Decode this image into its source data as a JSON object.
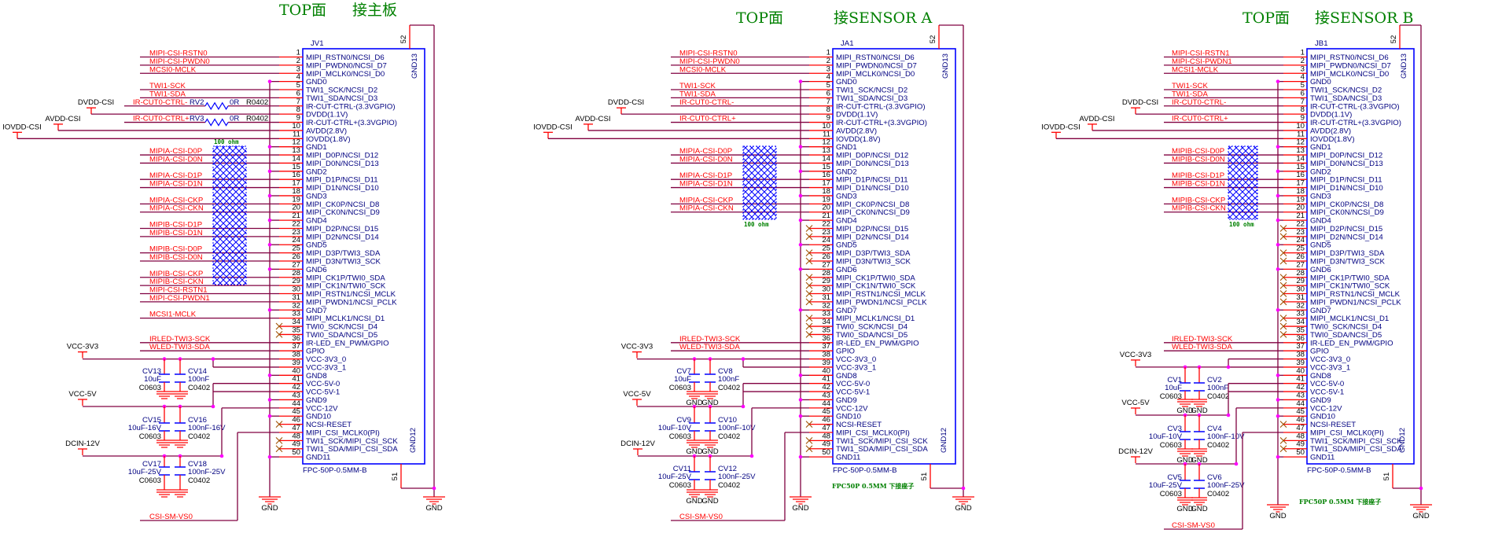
{
  "pin_names": [
    "MIPI_RSTN0/NCSI_D6",
    "MIPI_PWDN0/NCSI_D7",
    "MIPI_MCLK0/NCSI_D0",
    "GND0",
    "TWI1_SCK/NCSI_D2",
    "TWI1_SDA/NCSI_D3",
    "IR-CUT-CTRL-(3.3VGPIO)",
    "DVDD(1.1V)",
    "IR-CUT-CTRL+(3.3VGPIO)",
    "AVDD(2.8V)",
    "IOVDD(1.8V)",
    "GND1",
    "MIPI_D0P/NCSI_D12",
    "MIPI_D0N/NCSI_D13",
    "GND2",
    "MIPI_D1P/NCSI_D11",
    "MIPI_D1N/NCSI_D10",
    "GND3",
    "MIPI_CK0P/NCSI_D8",
    "MIPI_CK0N/NCSI_D9",
    "GND4",
    "MIPI_D2P/NCSI_D15",
    "MIPI_D2N/NCSI_D14",
    "GND5",
    "MIPI_D3P/TWI3_SDA",
    "MIPI_D3N/TWI3_SCK",
    "GND6",
    "MIPI_CK1P/TWI0_SDA",
    "MIPI_CK1N/TWI0_SCK",
    "MIPI_RSTN1/NCSI_MCLK",
    "MIPI_PWDN1/NCSI_PCLK",
    "GND7",
    "MIPI_MCLK1/NCSI_D1",
    "TWI0_SCK/NCSI_D4",
    "TWI0_SDA/NCSI_D5",
    "IR-LED_EN_PWM/GPIO",
    "GPIO",
    "VCC-3V3_0",
    "VCC-3V3_1",
    "GND8",
    "VCC-5V-0",
    "VCC-5V-1",
    "GND9",
    "VCC-12V",
    "GND10",
    "NCSI-RESET",
    "MIPI_CSI_MCLK0(PI)",
    "TWI1_SCK/MIPI_CSI_SCK",
    "TWI1_SDA/MIPI_CSI_SDA",
    "GND11"
  ],
  "gnd_pins": [
    4,
    12,
    15,
    18,
    21,
    24,
    27,
    32,
    40,
    43,
    45,
    50
  ],
  "connectors": [
    {
      "title_left": "TOP面",
      "title_right": "接主板",
      "designator": "JV1",
      "footprint": "FPC-50P-0.5MM-B",
      "note": "",
      "pin52": "52",
      "pin51": "51",
      "gnd13": "GND13",
      "gnd12": "GND12",
      "gnd_label": "GND",
      "hatch_label": "100 ohm",
      "cap_gnd_label": "",
      "nets": [
        {
          "pin": 1,
          "label": "MIPI-CSI-RSTN0"
        },
        {
          "pin": 2,
          "label": "MIPI-CSI-PWDN0"
        },
        {
          "pin": 3,
          "label": "MCSI0-MCLK"
        },
        {
          "pin": 5,
          "label": "TWI1-SCK"
        },
        {
          "pin": 6,
          "label": "TWI1-SDA"
        },
        {
          "pin": 7,
          "label": "IR-CUT0-CTRL-"
        },
        {
          "pin": 9,
          "label": "IR-CUT0-CTRL+"
        },
        {
          "pin": 13,
          "label": "MIPIA-CSI-D0P"
        },
        {
          "pin": 14,
          "label": "MIPIA-CSI-D0N"
        },
        {
          "pin": 16,
          "label": "MIPIA-CSI-D1P"
        },
        {
          "pin": 17,
          "label": "MIPIA-CSI-D1N"
        },
        {
          "pin": 19,
          "label": "MIPIA-CSI-CKP"
        },
        {
          "pin": 20,
          "label": "MIPIA-CSI-CKN"
        },
        {
          "pin": 22,
          "label": "MIPIB-CSI-D1P"
        },
        {
          "pin": 23,
          "label": "MIPIB-CSI-D1N"
        },
        {
          "pin": 25,
          "label": "MIPIB-CSI-D0P"
        },
        {
          "pin": 26,
          "label": "MIPIB-CSI-D0N"
        },
        {
          "pin": 28,
          "label": "MIPIB-CSI-CKP"
        },
        {
          "pin": 29,
          "label": "MIPIB-CSI-CKN"
        },
        {
          "pin": 30,
          "label": "MIPI-CSI-RSTN1"
        },
        {
          "pin": 31,
          "label": "MIPI-CSI-PWDN1"
        },
        {
          "pin": 33,
          "label": "MCSI1-MCLK"
        },
        {
          "pin": 36,
          "label": "IRLED-TWI3-SCK"
        },
        {
          "pin": 37,
          "label": "WLED-TWI3-SDA"
        }
      ],
      "nc_pins": [
        34,
        35,
        46,
        48,
        49
      ],
      "resistors": [
        {
          "pin": 7,
          "ref": "RV2",
          "value": "0R",
          "footprint": "R0402"
        },
        {
          "pin": 9,
          "ref": "RV3",
          "value": "0R",
          "footprint": "R0402"
        }
      ],
      "power_pins": [
        {
          "pin": 8,
          "label": "DVDD-CSI"
        },
        {
          "pin": 10,
          "label": "AVDD-CSI"
        },
        {
          "pin": 11,
          "label": "IOVDD-CSI"
        }
      ],
      "cap_groups": [
        {
          "rail": "VCC-3V3",
          "pins": [
            38,
            39
          ],
          "caps": [
            {
              "ref": "CV13",
              "value": "10uF",
              "footprint": "C0603"
            },
            {
              "ref": "CV14",
              "value": "100nF",
              "footprint": "C0402"
            }
          ]
        },
        {
          "rail": "VCC-5V",
          "pins": [
            41,
            42
          ],
          "caps": [
            {
              "ref": "CV15",
              "value": "10uF-16V",
              "footprint": "C0603"
            },
            {
              "ref": "CV16",
              "value": "100nF-16V",
              "footprint": "C0402"
            }
          ]
        },
        {
          "rail": "DCIN-12V",
          "pins": [
            44
          ],
          "caps": [
            {
              "ref": "CV17",
              "value": "10uF-25V",
              "footprint": "C0603"
            },
            {
              "ref": "CV18",
              "value": "100nF-25V",
              "footprint": "C0402"
            }
          ]
        }
      ],
      "vs_net": {
        "pin": 47,
        "label": "CSI-SM-VS0"
      }
    },
    {
      "title_left": "TOP面",
      "title_right": "接SENSOR A",
      "designator": "JA1",
      "footprint": "FPC-50P-0.5MM-B",
      "note": "FPC50P 0.5MM 下接座子",
      "pin52": "52",
      "pin51": "51",
      "gnd13": "GND13",
      "gnd12": "GND12",
      "gnd_label": "GND",
      "hatch_label": "100 ohm",
      "cap_gnd_label": "GND",
      "nets": [
        {
          "pin": 1,
          "label": "MIPI-CSI-RSTN0"
        },
        {
          "pin": 2,
          "label": "MIPI-CSI-PWDN0"
        },
        {
          "pin": 3,
          "label": "MCSI0-MCLK"
        },
        {
          "pin": 5,
          "label": "TWI1-SCK"
        },
        {
          "pin": 6,
          "label": "TWI1-SDA"
        },
        {
          "pin": 7,
          "label": "IR-CUT0-CTRL-"
        },
        {
          "pin": 9,
          "label": "IR-CUT0-CTRL+"
        },
        {
          "pin": 13,
          "label": "MIPIA-CSI-D0P"
        },
        {
          "pin": 14,
          "label": "MIPIA-CSI-D0N"
        },
        {
          "pin": 16,
          "label": "MIPIA-CSI-D1P"
        },
        {
          "pin": 17,
          "label": "MIPIA-CSI-D1N"
        },
        {
          "pin": 19,
          "label": "MIPIA-CSI-CKP"
        },
        {
          "pin": 20,
          "label": "MIPIA-CSI-CKN"
        },
        {
          "pin": 36,
          "label": "IRLED-TWI3-SCK"
        },
        {
          "pin": 37,
          "label": "WLED-TWI3-SDA"
        }
      ],
      "nc_pins": [
        22,
        23,
        25,
        26,
        28,
        29,
        30,
        31,
        33,
        34,
        35,
        46,
        48,
        49
      ],
      "resistors": [],
      "power_pins": [
        {
          "pin": 8,
          "label": "DVDD-CSI"
        },
        {
          "pin": 10,
          "label": "AVDD-CSI"
        },
        {
          "pin": 11,
          "label": "IOVDD-CSI"
        }
      ],
      "cap_groups": [
        {
          "rail": "VCC-3V3",
          "pins": [
            38,
            39
          ],
          "caps": [
            {
              "ref": "CV7",
              "value": "10uF",
              "footprint": "C0603"
            },
            {
              "ref": "CV8",
              "value": "100nF",
              "footprint": "C0402"
            }
          ]
        },
        {
          "rail": "VCC-5V",
          "pins": [
            41,
            42
          ],
          "caps": [
            {
              "ref": "CV9",
              "value": "10uF-10V",
              "footprint": "C0603"
            },
            {
              "ref": "CV10",
              "value": "100nF-10V",
              "footprint": "C0402"
            }
          ]
        },
        {
          "rail": "DCIN-12V",
          "pins": [
            44
          ],
          "caps": [
            {
              "ref": "CV11",
              "value": "10uF-25V",
              "footprint": "C0603"
            },
            {
              "ref": "CV12",
              "value": "100nF-25V",
              "footprint": "C0402"
            }
          ]
        }
      ],
      "vs_net": {
        "pin": 47,
        "label": "CSI-SM-VS0"
      }
    },
    {
      "title_left": "TOP面",
      "title_right": "接SENSOR B",
      "designator": "JB1",
      "footprint": "FPC-50P-0.5MM-B",
      "note": "FPC50P 0.5MM 下接座子",
      "pin52": "52",
      "pin51": "51",
      "gnd13": "GND13",
      "gnd12": "GND12",
      "gnd_label": "GND",
      "hatch_label": "100 ohm",
      "cap_gnd_label": "GND",
      "nets": [
        {
          "pin": 1,
          "label": "MIPI-CSI-RSTN1"
        },
        {
          "pin": 2,
          "label": "MIPI-CSI-PWDN1"
        },
        {
          "pin": 3,
          "label": "MCSI1-MCLK"
        },
        {
          "pin": 5,
          "label": "TWI1-SCK"
        },
        {
          "pin": 6,
          "label": "TWI1-SDA"
        },
        {
          "pin": 7,
          "label": "IR-CUT0-CTRL-"
        },
        {
          "pin": 9,
          "label": "IR-CUT0-CTRL+"
        },
        {
          "pin": 13,
          "label": "MIPIB-CSI-D0P"
        },
        {
          "pin": 14,
          "label": "MIPIB-CSI-D0N"
        },
        {
          "pin": 16,
          "label": "MIPIB-CSI-D1P"
        },
        {
          "pin": 17,
          "label": "MIPIB-CSI-D1N"
        },
        {
          "pin": 19,
          "label": "MIPIB-CSI-CKP"
        },
        {
          "pin": 20,
          "label": "MIPIB-CSI-CKN"
        },
        {
          "pin": 36,
          "label": "IRLED-TWI3-SCK"
        },
        {
          "pin": 37,
          "label": "WLED-TWI3-SDA"
        }
      ],
      "nc_pins": [
        22,
        23,
        25,
        26,
        28,
        29,
        30,
        31,
        33,
        34,
        35,
        46,
        48,
        49
      ],
      "resistors": [],
      "power_pins": [
        {
          "pin": 8,
          "label": "DVDD-CSI"
        },
        {
          "pin": 10,
          "label": "AVDD-CSI"
        },
        {
          "pin": 11,
          "label": "IOVDD-CSI"
        }
      ],
      "cap_groups": [
        {
          "rail": "VCC-3V3",
          "pins": [
            39,
            38
          ],
          "caps": [
            {
              "ref": "CV1",
              "value": "10uF",
              "footprint": "C0603"
            },
            {
              "ref": "CV2",
              "value": "100nF",
              "footprint": "C0402"
            }
          ]
        },
        {
          "rail": "VCC-5V",
          "pins": [
            41,
            42
          ],
          "caps": [
            {
              "ref": "CV3",
              "value": "10uF-10V",
              "footprint": "C0603"
            },
            {
              "ref": "CV4",
              "value": "100nF-10V",
              "footprint": "C0402"
            }
          ]
        },
        {
          "rail": "DCIN-12V",
          "pins": [
            44
          ],
          "caps": [
            {
              "ref": "CV5",
              "value": "10uF-25V",
              "footprint": "C0603"
            },
            {
              "ref": "CV6",
              "value": "100nF-25V",
              "footprint": "C0402"
            }
          ]
        }
      ],
      "vs_net": {
        "pin": 47,
        "label": "CSI-SM-VS0"
      }
    }
  ],
  "colors": {
    "wire": "#800040",
    "pin_stub": "#ff0000",
    "net_label": "#ff0000",
    "pin_name": "#000080",
    "body": "#0000ff",
    "junction": "#ff00ff",
    "title": "#008000"
  }
}
